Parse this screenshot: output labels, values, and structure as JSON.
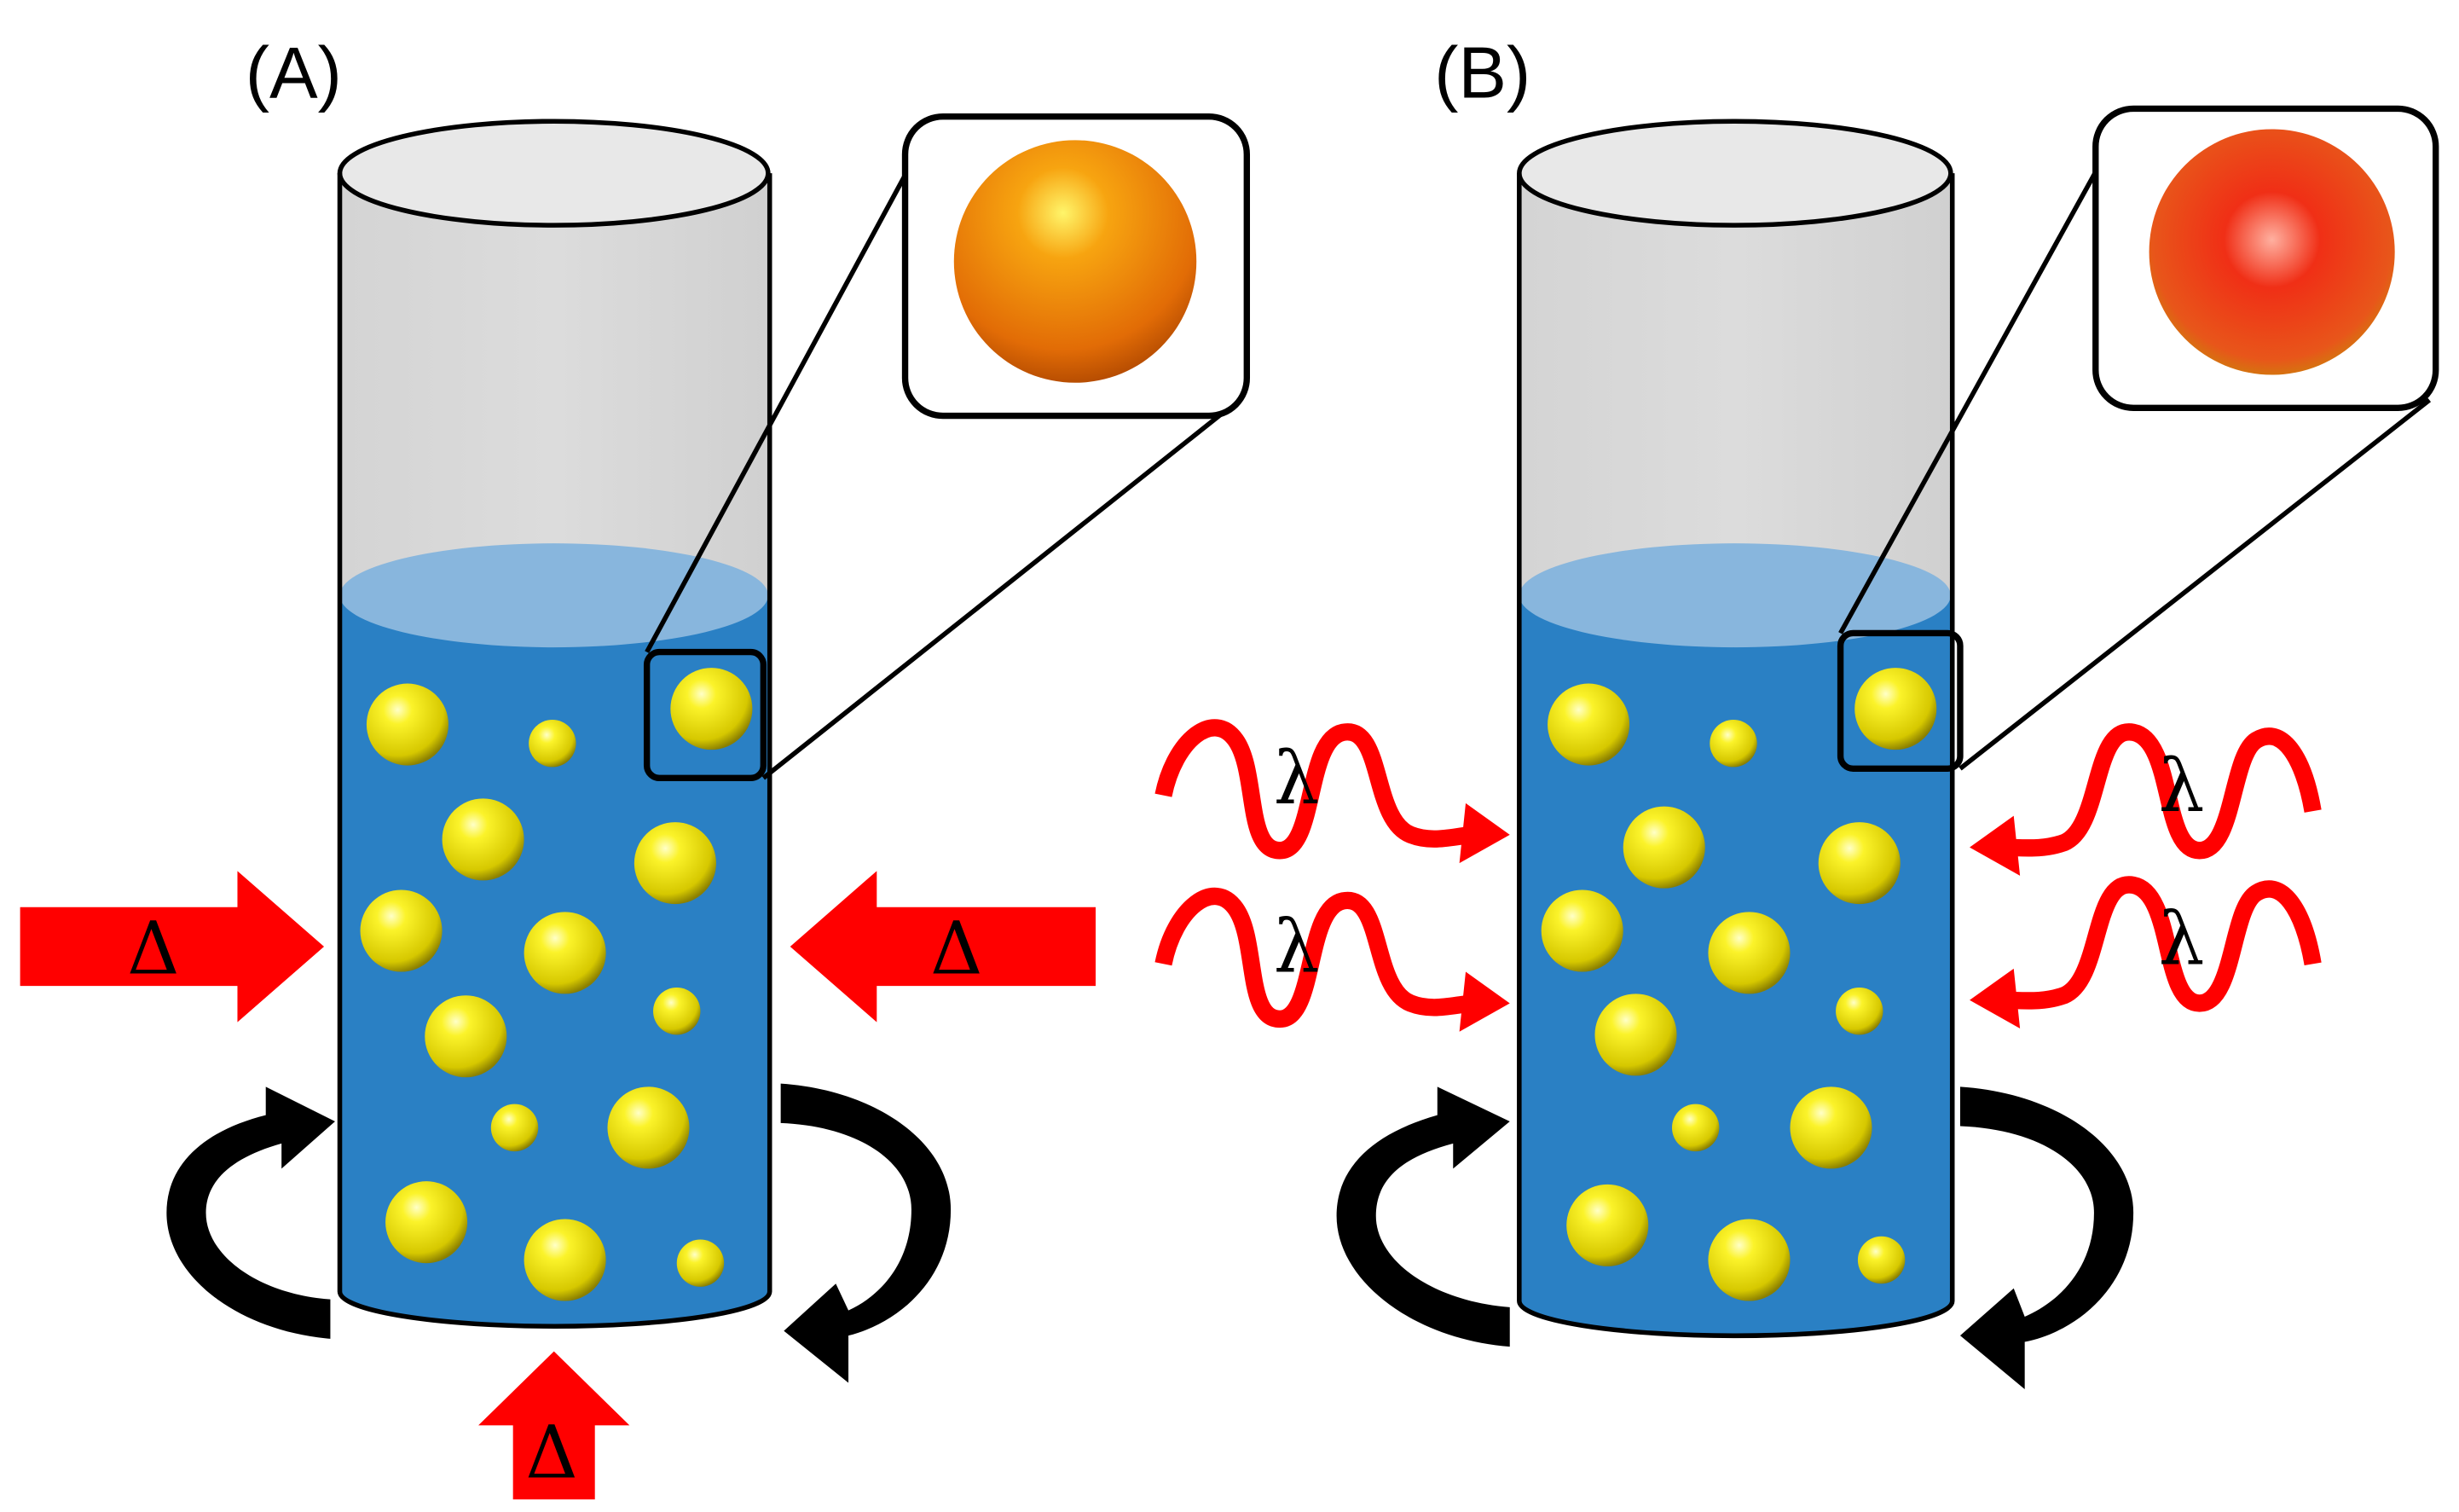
{
  "panels": [
    {
      "id": "A",
      "label": "(A)",
      "stimulus": "heat",
      "stimulus_symbol": "Δ",
      "stimulus_count": 3
    },
    {
      "id": "B",
      "label": "(B)",
      "stimulus": "light",
      "stimulus_symbol": "λ",
      "stimulus_count": 4
    }
  ],
  "colors": {
    "liquid": "#2a80c4",
    "liquid_top": "#88b6dd",
    "tube_glass": "#d9d9d9",
    "particle": "#e7e41a",
    "heat_arrow": "#ff0000",
    "light_wave": "#ff0000",
    "stir_arrow": "#000000",
    "zoom_particle_A": "#f28a10",
    "zoom_particle_B": "#e8401a"
  },
  "icons": [
    "heat-arrow-icon",
    "light-wave-icon",
    "stir-arrow-icon",
    "particle-icon"
  ]
}
